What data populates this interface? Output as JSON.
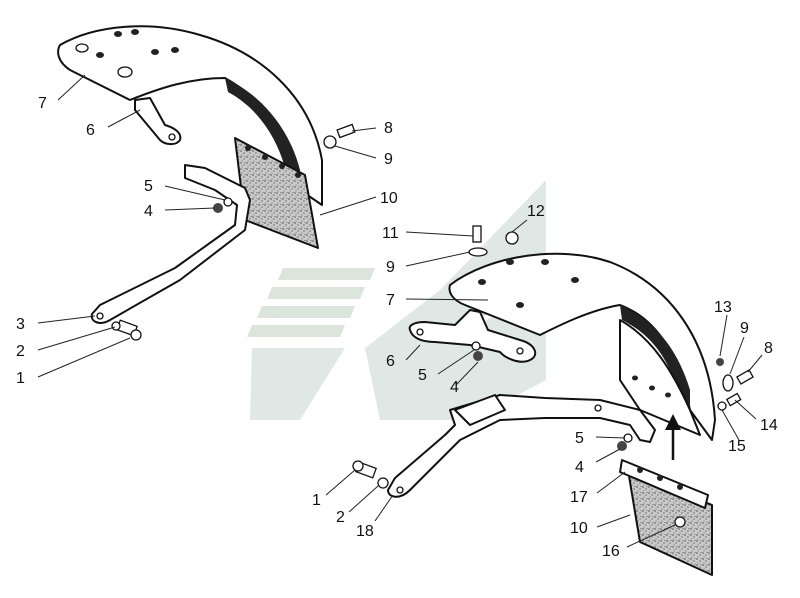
{
  "watermark": {
    "kind": "logo",
    "colors": [
      "#d9e3d9",
      "#dde6e3"
    ]
  },
  "callouts": {
    "left_7": "7",
    "left_6": "6",
    "left_8": "8",
    "left_9": "9",
    "left_5": "5",
    "left_4": "4",
    "left_10": "10",
    "left_3": "3",
    "left_2": "2",
    "left_1": "1",
    "right_11": "11",
    "right_12": "12",
    "right_9a": "9",
    "right_7": "7",
    "right_6": "6",
    "right_5a": "5",
    "right_4a": "4",
    "right_13": "13",
    "right_9b": "9",
    "right_8": "8",
    "right_14": "14",
    "right_15": "15",
    "right_5b": "5",
    "right_4b": "4",
    "right_17": "17",
    "right_10": "10",
    "right_16": "16",
    "right_1": "1",
    "right_2": "2",
    "right_18": "18"
  },
  "icons": {
    "direction_arrow": "arrow-up-icon"
  },
  "colors": {
    "line": "#111111",
    "texture": "#9a9a9a",
    "dark_band": "#222222"
  }
}
